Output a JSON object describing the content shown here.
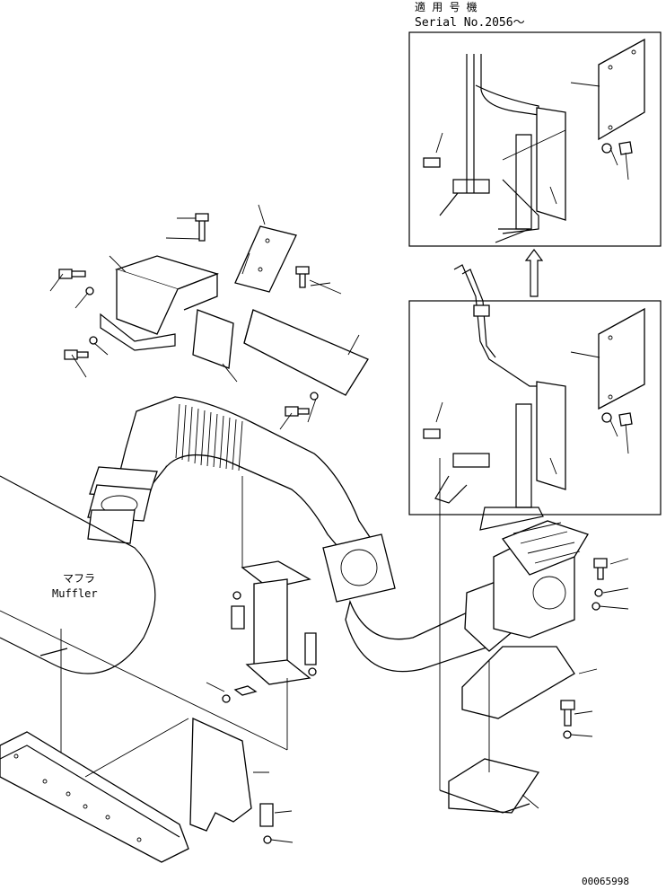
{
  "header": {
    "applicable_serial_jp": "適 用 号 機",
    "serial_text": "Serial No.2056～"
  },
  "labels": {
    "muffler_jp": "マフラ",
    "muffler_en": "Muffler"
  },
  "footer": {
    "drawing_number": "00065998"
  },
  "colors": {
    "line": "#000000",
    "background": "#ffffff"
  }
}
